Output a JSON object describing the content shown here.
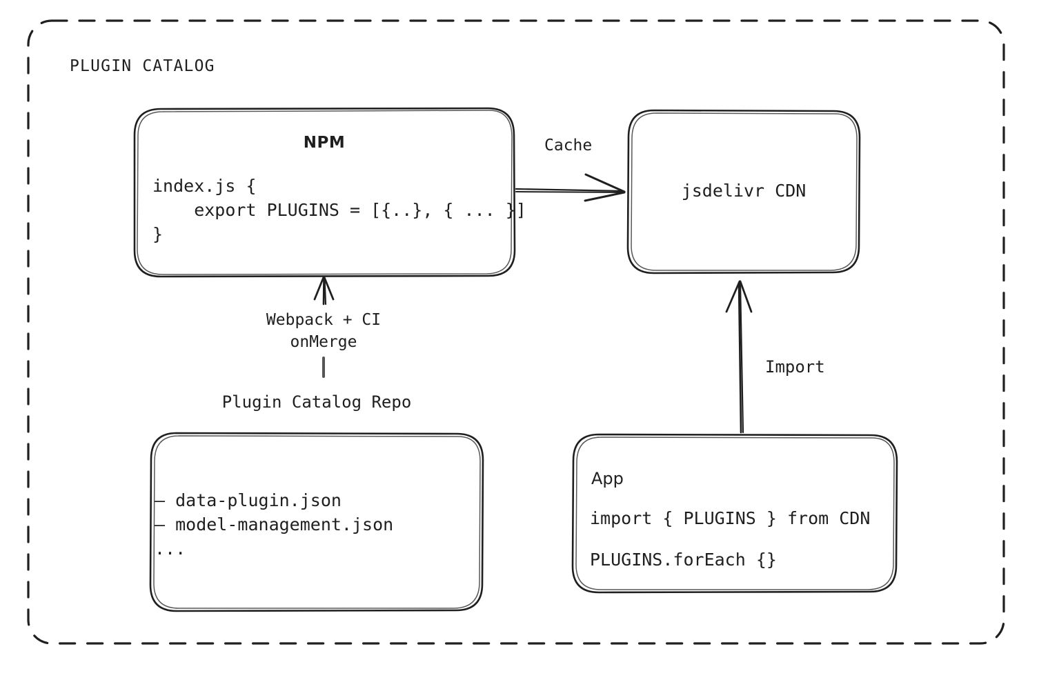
{
  "diagram": {
    "type": "architecture-flow",
    "background_color": "#ffffff",
    "stroke_color": "#1f1f1f",
    "style": "hand-drawn sketch (excalidraw)",
    "frame": {
      "title": "PLUGIN CATALOG",
      "border_style": "dashed",
      "shape": "rounded-rectangle"
    },
    "nodes": [
      {
        "id": "npm",
        "title": "NPM",
        "code_lines": [
          "index.js {",
          "    export PLUGINS = [{..}, { ... }]",
          "}"
        ]
      },
      {
        "id": "cdn",
        "label": "jsdelivr CDN"
      },
      {
        "id": "repo",
        "caption": "Plugin Catalog Repo",
        "file_lines": [
          "– data-plugin.json",
          "– model-management.json",
          "..."
        ]
      },
      {
        "id": "app",
        "title": "App",
        "code_line_1": "import { PLUGINS } from CDN",
        "code_line_2": "PLUGINS.forEach {}"
      }
    ],
    "edges": [
      {
        "id": "npm-to-cdn",
        "label": "Cache",
        "from": "npm",
        "to": "cdn",
        "direction": "right"
      },
      {
        "id": "repo-to-npm",
        "label": "Webpack + CI\nonMerge",
        "label_line_1": "Webpack + CI",
        "label_line_2": "onMerge",
        "from": "repo",
        "to": "npm",
        "direction": "up"
      },
      {
        "id": "app-to-cdn",
        "label": "Import",
        "from": "app",
        "to": "cdn",
        "direction": "up"
      }
    ]
  }
}
